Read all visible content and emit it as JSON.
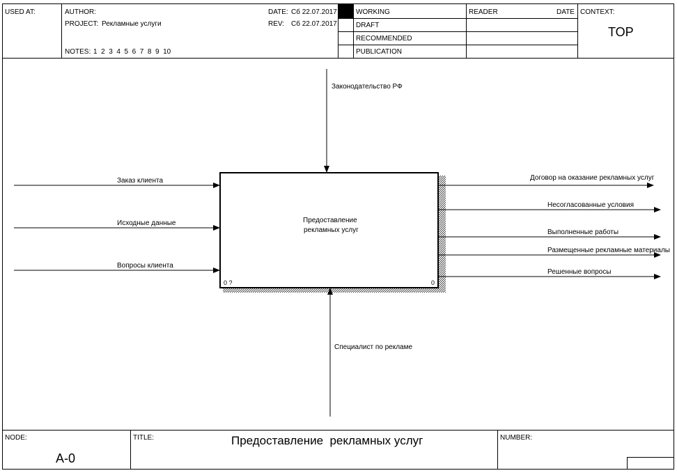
{
  "header": {
    "used_at_label": "USED AT:",
    "author_label": "AUTHOR:",
    "project_label": "PROJECT:",
    "project_value": "Рекламные услуги",
    "notes_label": "NOTES:",
    "notes_values": "1  2  3  4  5  6  7  8  9  10",
    "date_label": "DATE:",
    "date_value": "Сб 22.07.2017",
    "rev_label": "REV:",
    "rev_value": "Сб 22.07.2017",
    "status": [
      "WORKING",
      "DRAFT",
      "RECOMMENDED",
      "PUBLICATION"
    ],
    "reader_label": "READER",
    "reader_date_label": "DATE",
    "context_label": "CONTEXT:",
    "context_value": "TOP"
  },
  "diagram": {
    "activity": {
      "line1": "Предоставление",
      "line2": "рекламных услуг",
      "left_number": "0 ?",
      "right_number": "0"
    },
    "control": "Законодательство РФ",
    "inputs": [
      "Заказ клиента",
      "Исходные данные",
      "Вопросы клиента"
    ],
    "outputs": [
      "Договор на оказание рекламных услуг",
      "Несогласованные условия",
      "Выполненные работы",
      "Размещенные рекламные материалы",
      "Решенные вопросы"
    ],
    "mechanism": "Специалист по рекламе"
  },
  "footer": {
    "node_label": "NODE:",
    "node_value": "A-0",
    "title_label": "TITLE:",
    "title_value": "Предоставление  рекламных услуг",
    "number_label": "NUMBER:"
  }
}
